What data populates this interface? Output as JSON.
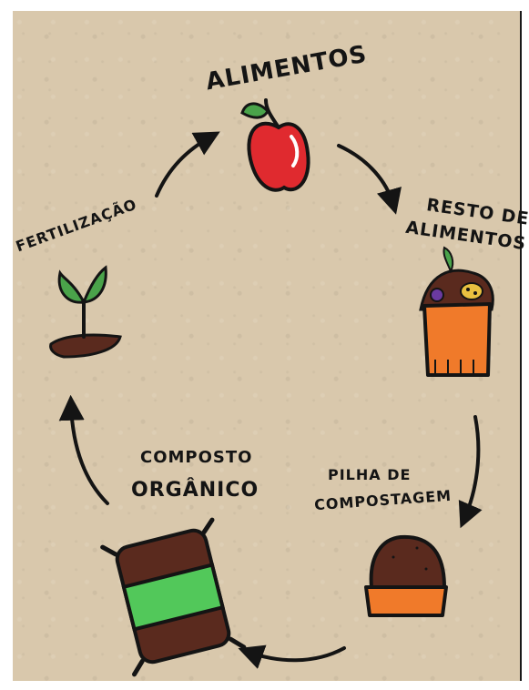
{
  "diagram": {
    "nodes": [
      {
        "id": "alimentos",
        "label": "ALIMENTOS",
        "icon": "apple-icon"
      },
      {
        "id": "resto",
        "label_line1": "RESTO DE",
        "label_line2": "ALIMENTOS",
        "icon": "food-scraps-bin-icon"
      },
      {
        "id": "pilha",
        "label_line1": "PILHA DE",
        "label_line2": "COMPOSTAGEM",
        "icon": "compost-pile-icon"
      },
      {
        "id": "composto",
        "label_line1": "COMPOSTO",
        "label_line2": "ORGÂNICO",
        "icon": "compost-bag-icon"
      },
      {
        "id": "fertilizacao",
        "label": "FERTILIZAÇÃO",
        "icon": "sprout-icon"
      }
    ],
    "flow": [
      "alimentos",
      "resto",
      "pilha",
      "composto",
      "fertilizacao",
      "alimentos"
    ],
    "colors": {
      "background": "#d9c8ac",
      "ink": "#141414",
      "apple_red": "#e02a2f",
      "leaf_green": "#4aa34a",
      "orange": "#f07a2a",
      "soil_brown": "#5a2a1e",
      "bag_green": "#52c85a"
    }
  }
}
